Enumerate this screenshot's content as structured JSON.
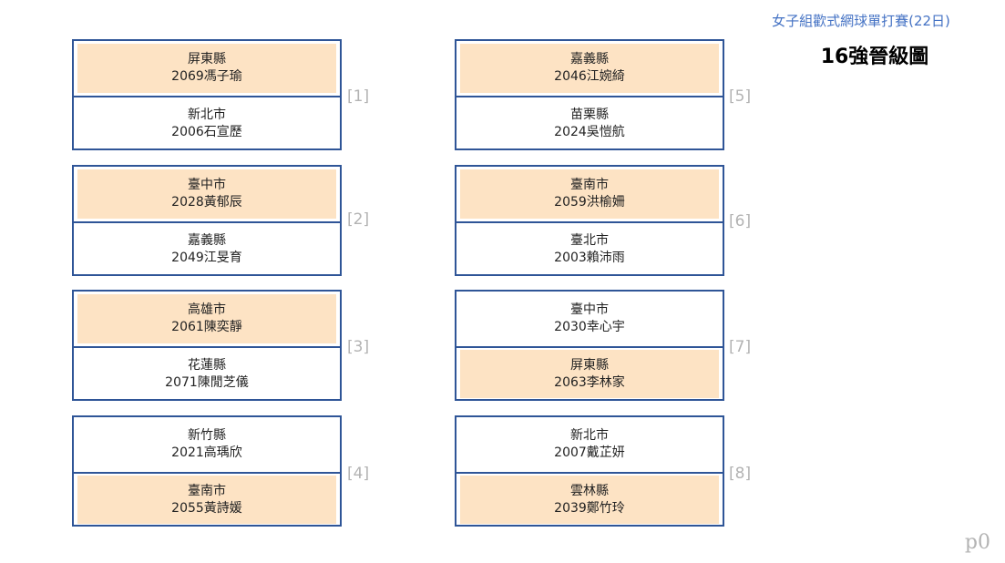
{
  "header": {
    "subtitle": "女子組歡式網球單打賽(22日)",
    "title": "16強晉級圖"
  },
  "page_label": "p0",
  "matches": [
    {
      "label": "[1]",
      "top": {
        "county": "屏東縣",
        "player": "2069馮子瑜",
        "winner": true
      },
      "bottom": {
        "county": "新北市",
        "player": "2006石宣歷",
        "winner": false
      }
    },
    {
      "label": "[2]",
      "top": {
        "county": "臺中市",
        "player": "2028黃郁辰",
        "winner": true
      },
      "bottom": {
        "county": "嘉義縣",
        "player": "2049江旻育",
        "winner": false
      }
    },
    {
      "label": "[3]",
      "top": {
        "county": "高雄市",
        "player": "2061陳奕靜",
        "winner": true
      },
      "bottom": {
        "county": "花蓮縣",
        "player": "2071陳閒芝儀",
        "winner": false
      }
    },
    {
      "label": "[4]",
      "top": {
        "county": "新竹縣",
        "player": "2021高瑀欣",
        "winner": false
      },
      "bottom": {
        "county": "臺南市",
        "player": "2055黃詩媛",
        "winner": true
      }
    },
    {
      "label": "[5]",
      "top": {
        "county": "嘉義縣",
        "player": "2046江婉綺",
        "winner": true
      },
      "bottom": {
        "county": "苗栗縣",
        "player": "2024吳愷航",
        "winner": false
      }
    },
    {
      "label": "[6]",
      "top": {
        "county": "臺南市",
        "player": "2059洪榆姍",
        "winner": true
      },
      "bottom": {
        "county": "臺北市",
        "player": "2003賴沛雨",
        "winner": false
      }
    },
    {
      "label": "[7]",
      "top": {
        "county": "臺中市",
        "player": "2030幸心宇",
        "winner": false
      },
      "bottom": {
        "county": "屏東縣",
        "player": "2063李林家",
        "winner": true
      }
    },
    {
      "label": "[8]",
      "top": {
        "county": "新北市",
        "player": "2007戴芷妍",
        "winner": false
      },
      "bottom": {
        "county": "雲林縣",
        "player": "2039鄭竹玲",
        "winner": true
      }
    }
  ],
  "colors": {
    "border": "#2f5597",
    "winner_fill": "#fde3c4",
    "subtitle": "#4472c4",
    "label": "#b3b3b3"
  }
}
